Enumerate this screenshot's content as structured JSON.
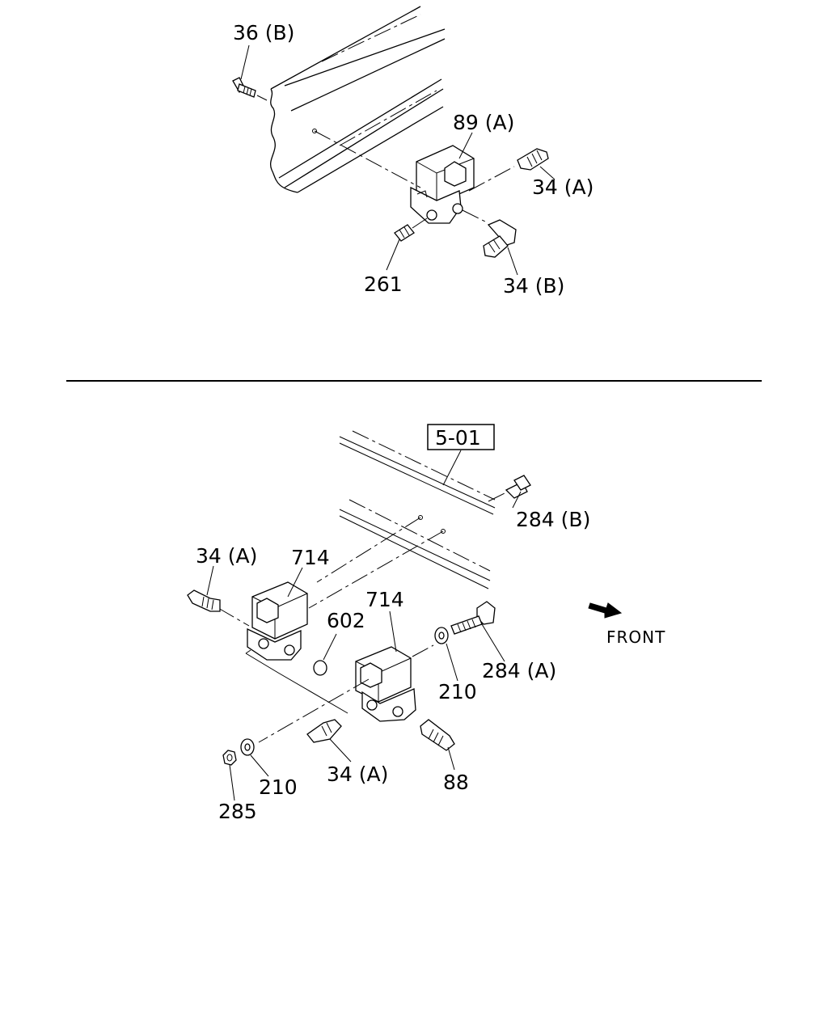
{
  "labels": {
    "top_36b": "36 (B)",
    "top_89a": "89 (A)",
    "top_34a": "34 (A)",
    "top_261": "261",
    "top_34b": "34 (B)",
    "ref_501": "5-01",
    "b_284b": "284 (B)",
    "b_34a_left": "34 (A)",
    "b_714_left": "714",
    "b_714_right": "714",
    "b_602": "602",
    "b_210_right": "210",
    "b_284a": "284 (A)",
    "b_210_left": "210",
    "b_285": "285",
    "b_34a_bottom": "34 (A)",
    "b_88": "88",
    "front": "FRONT"
  }
}
